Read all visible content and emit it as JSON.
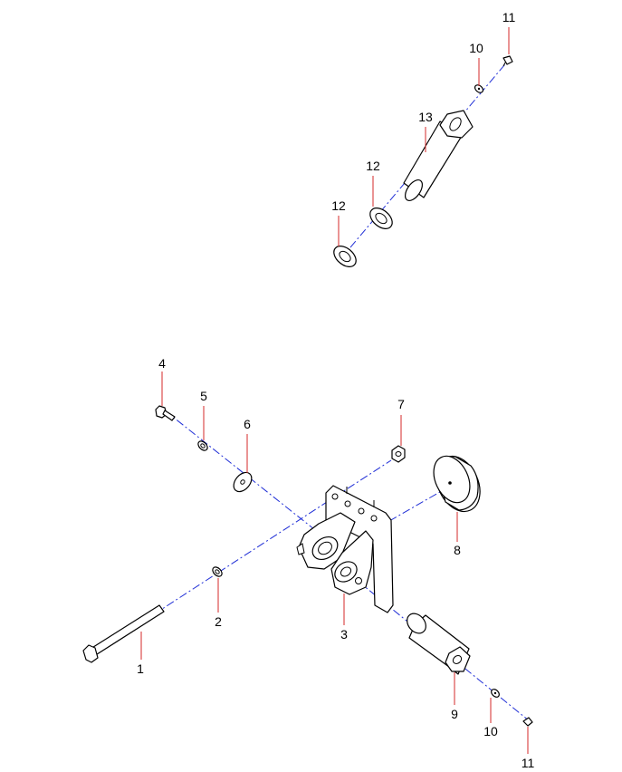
{
  "colors": {
    "axis_line": "#1f2ed6",
    "leader_line": "#d42a2a",
    "outline": "#000000",
    "background": "#ffffff"
  },
  "callouts": {
    "c1": "1",
    "c2": "2",
    "c3": "3",
    "c4": "4",
    "c5": "5",
    "c6": "6",
    "c7": "7",
    "c8": "8",
    "c9": "9",
    "c10a": "10",
    "c10b": "10",
    "c11a": "11",
    "c11b": "11",
    "c12a": "12",
    "c12b": "12",
    "c13": "13"
  }
}
